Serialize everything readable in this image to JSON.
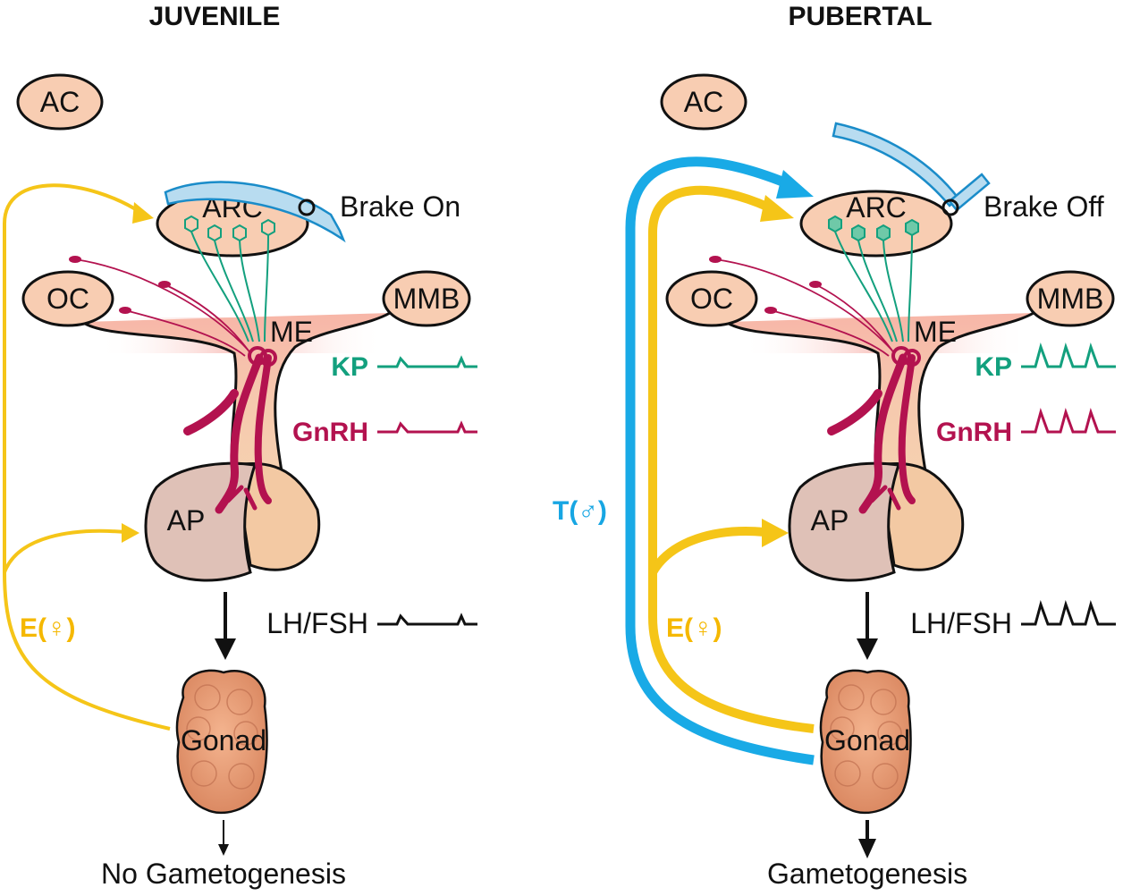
{
  "colors": {
    "estrogen": "#f5c518",
    "testosterone": "#19aae6",
    "kisspeptin": "#13a07e",
    "gnrh": "#b3124f",
    "nucleus_fill": "#f8cdb2",
    "brake": "#b8dcf0"
  },
  "panels": [
    {
      "title": "JUVENILE",
      "ac": "AC",
      "arc": "ARC",
      "oc": "OC",
      "mmb": "MMB",
      "me": "ME",
      "ap": "AP",
      "brake": "Brake On",
      "kp": "KP",
      "gnrh": "GnRH",
      "lhfsh": "LH/FSH",
      "estrogen": "E(♀)",
      "gonad": "Gonad",
      "outcome": "No Gametogenesis",
      "pulse_level": "low"
    },
    {
      "title": "PUBERTAL",
      "ac": "AC",
      "arc": "ARC",
      "oc": "OC",
      "mmb": "MMB",
      "me": "ME",
      "ap": "AP",
      "brake": "Brake Off",
      "kp": "KP",
      "gnrh": "GnRH",
      "lhfsh": "LH/FSH",
      "estrogen": "E(♀)",
      "testosterone": "T(♂)",
      "gonad": "Gonad",
      "outcome": "Gametogenesis",
      "pulse_level": "high"
    }
  ]
}
